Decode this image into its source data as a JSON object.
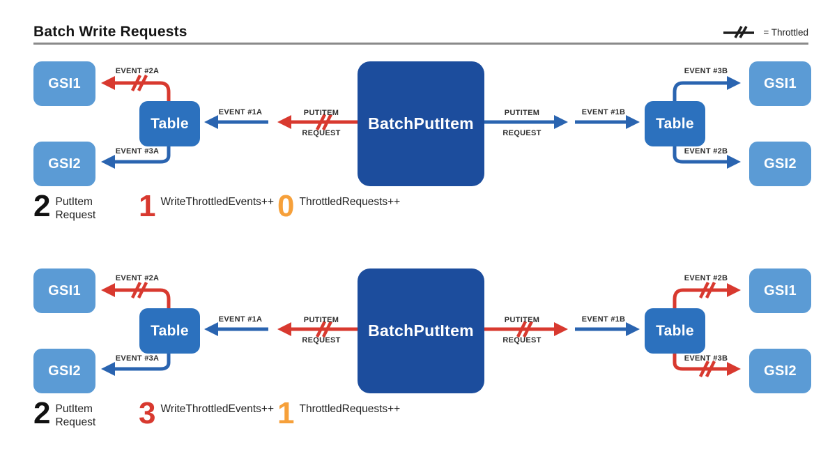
{
  "header": {
    "title": "Batch Write Requests",
    "legend": {
      "icon": "throttled-slashes-icon",
      "text": "= Throttled"
    }
  },
  "colors": {
    "gsi_box": "#5b9bd5",
    "table_box": "#2c71be",
    "batchputitem_box": "#1c4d9d",
    "arrow_blue": "#2a64b0",
    "arrow_red": "#d8392f",
    "counter_black": "#111111",
    "counter_red": "#d8392f",
    "counter_orange": "#f6a03a",
    "divider_gray": "#8a8a8a"
  },
  "d1": {
    "left": {
      "gsi1": "GSI1",
      "gsi2": "GSI2",
      "table": "Table"
    },
    "center": "BatchPutItem",
    "right": {
      "gsi1": "GSI1",
      "gsi2": "GSI2",
      "table": "Table"
    },
    "labels": {
      "event_to_left_gsi1": "EVENT #2A",
      "event_to_left_gsi2": "EVENT #3A",
      "event_left": "EVENT #1A",
      "putitem_left_top": "PUTITEM",
      "putitem_left_bottom": "REQUEST",
      "putitem_right_top": "PUTITEM",
      "putitem_right_bottom": "REQUEST",
      "event_right": "EVENT #1B",
      "event_to_right_gsi1": "EVENT #3B",
      "event_to_right_gsi2": "EVENT #2B"
    },
    "counters": [
      {
        "value": "2",
        "label1": "PutItem",
        "label2": "Request",
        "color": "black"
      },
      {
        "value": "1",
        "label1": "WriteThrottledEvents++",
        "color": "red"
      },
      {
        "value": "0",
        "label1": "ThrottledRequests++",
        "color": "orange"
      }
    ]
  },
  "d2": {
    "left": {
      "gsi1": "GSI1",
      "gsi2": "GSI2",
      "table": "Table"
    },
    "center": "BatchPutItem",
    "right": {
      "gsi1": "GSI1",
      "gsi2": "GSI2",
      "table": "Table"
    },
    "labels": {
      "event_to_left_gsi1": "EVENT #2A",
      "event_to_left_gsi2": "EVENT #3A",
      "event_left": "EVENT #1A",
      "putitem_left_top": "PUTITEM",
      "putitem_left_bottom": "REQUEST",
      "putitem_right_top": "PUTITEM",
      "putitem_right_bottom": "REQUEST",
      "event_right": "EVENT #1B",
      "event_to_right_gsi1": "EVENT #2B",
      "event_to_right_gsi2": "EVENT #3B"
    },
    "counters": [
      {
        "value": "2",
        "label1": "PutItem",
        "label2": "Request",
        "color": "black"
      },
      {
        "value": "3",
        "label1": "WriteThrottledEvents++",
        "color": "red"
      },
      {
        "value": "1",
        "label1": "ThrottledRequests++",
        "color": "orange"
      }
    ]
  }
}
